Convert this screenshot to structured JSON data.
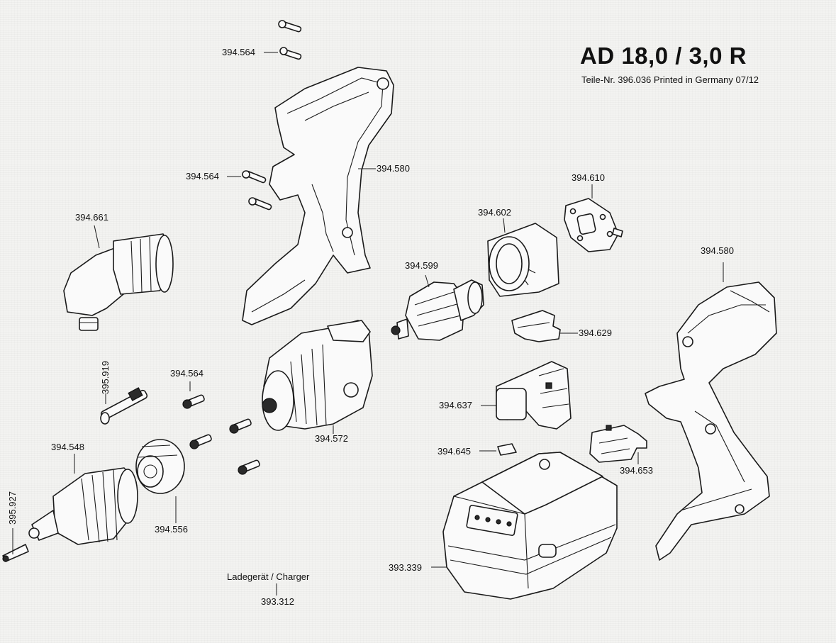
{
  "title": "AD 18,0 / 3,0 R",
  "subtitle": "Teile-Nr. 396.036 Printed in Germany  07/12",
  "labels": {
    "screw_top": "394.564",
    "screw_mid": "394.564",
    "screw_low": "394.564",
    "housing_left": "394.580",
    "housing_right": "394.580",
    "magnet_plate": "394.610",
    "motor_sleeve": "394.602",
    "armature": "394.599",
    "angle_attachment": "394.661",
    "switch_slider": "394.629",
    "bit_holder": "395.919",
    "gearbox": "394.572",
    "switch": "394.637",
    "chuck": "394.548",
    "small_pad": "394.645",
    "terminal_block": "394.653",
    "bit": "395.927",
    "gear_ring": "394.556",
    "battery": "393.339",
    "charger_label": "Ladegerät / Charger",
    "charger": "393.312"
  }
}
